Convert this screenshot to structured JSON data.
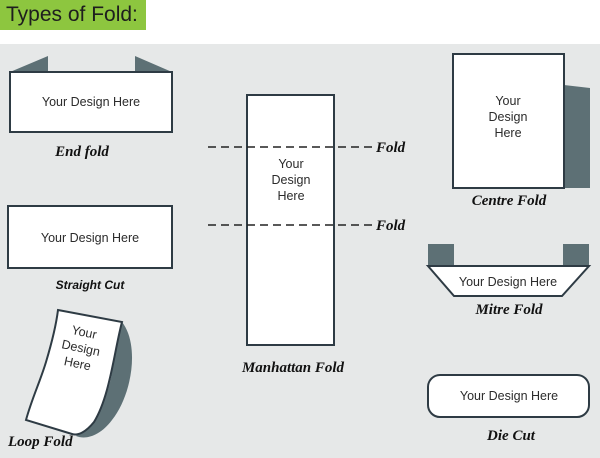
{
  "title": "Types of Fold:",
  "colors": {
    "title_bg": "#8dc63f",
    "panel_bg": "#e6e8e8",
    "flap": "#5d7075",
    "stroke": "#2e3b44"
  },
  "labels": {
    "end_fold": "End fold",
    "straight_cut": "Straight Cut",
    "loop_fold": "Loop Fold",
    "manhattan_fold": "Manhattan Fold",
    "centre_fold": "Centre Fold",
    "mitre_fold": "Mitre Fold",
    "die_cut": "Die Cut",
    "fold_marker": "Fold"
  },
  "design_text": {
    "one_line": "Your Design Here",
    "line1": "Your",
    "line2": "Design",
    "line3": "Here"
  }
}
